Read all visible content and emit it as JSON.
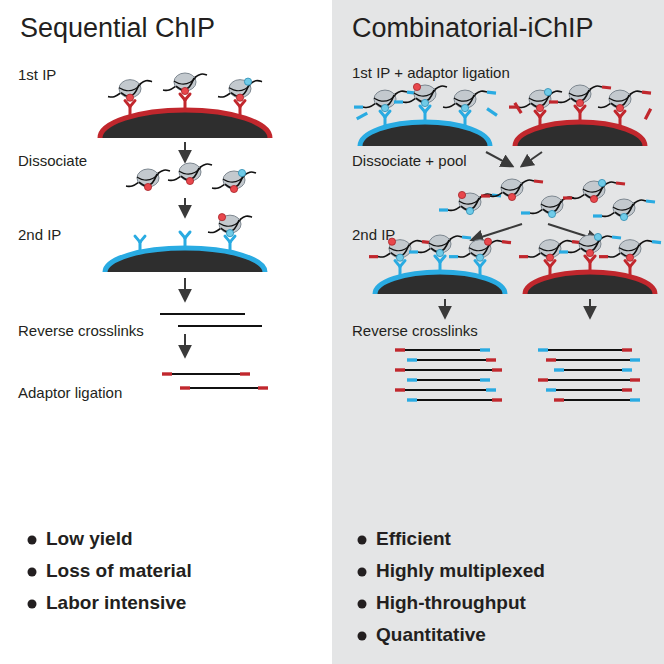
{
  "diagram": {
    "nodes": [
      {
        "text": [
          "Sequential ChIP"
        ]
      },
      {
        "text": [
          "Combinatorial-iChIP"
        ]
      }
    ],
    "labels": [
      "1st IP",
      "Dissociate",
      "2nd IP",
      "Reverse crosslinks",
      "Adaptor ligation",
      "Low yield",
      "Loss of material",
      "Labor intensive",
      "1st IP + adaptor ligation",
      "Dissociate + pool",
      "2nd IP",
      "Reverse crosslinks",
      "Efficient",
      "Highly multiplexed",
      "High-throughput",
      "Quantitative"
    ]
  }
}
